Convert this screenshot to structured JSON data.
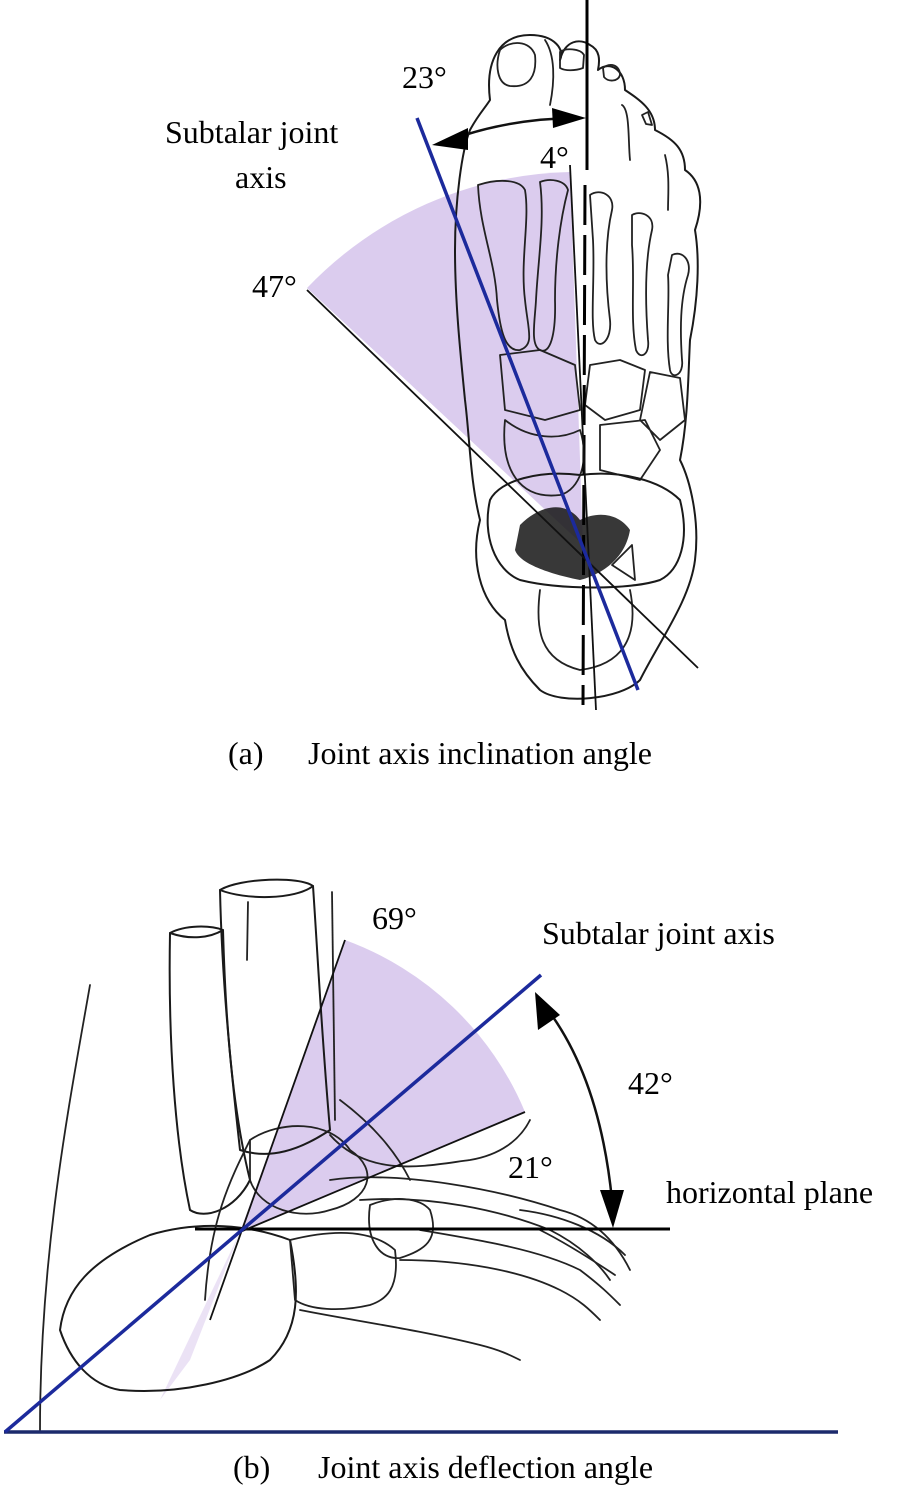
{
  "figure": {
    "panel_a": {
      "caption_tag": "(a)",
      "caption_text": "Joint axis inclination angle",
      "axis_label_line1": "Subtalar joint",
      "axis_label_line2": "axis",
      "angle_mean": "23°",
      "angle_min": "4°",
      "angle_max": "47°",
      "mean_deg": 23,
      "min_deg": 4,
      "max_deg": 47
    },
    "panel_b": {
      "caption_tag": "(b)",
      "caption_text": "Joint axis deflection angle",
      "axis_label": "Subtalar joint axis",
      "plane_label": "horizontal plane",
      "angle_mean": "42°",
      "angle_min": "21°",
      "angle_max": "69°",
      "mean_deg": 42,
      "min_deg": 21,
      "max_deg": 69
    },
    "colors": {
      "axis_line": "#1c2a9c",
      "range_sector": "#d7c6ec",
      "reference_line": "#000000"
    }
  }
}
